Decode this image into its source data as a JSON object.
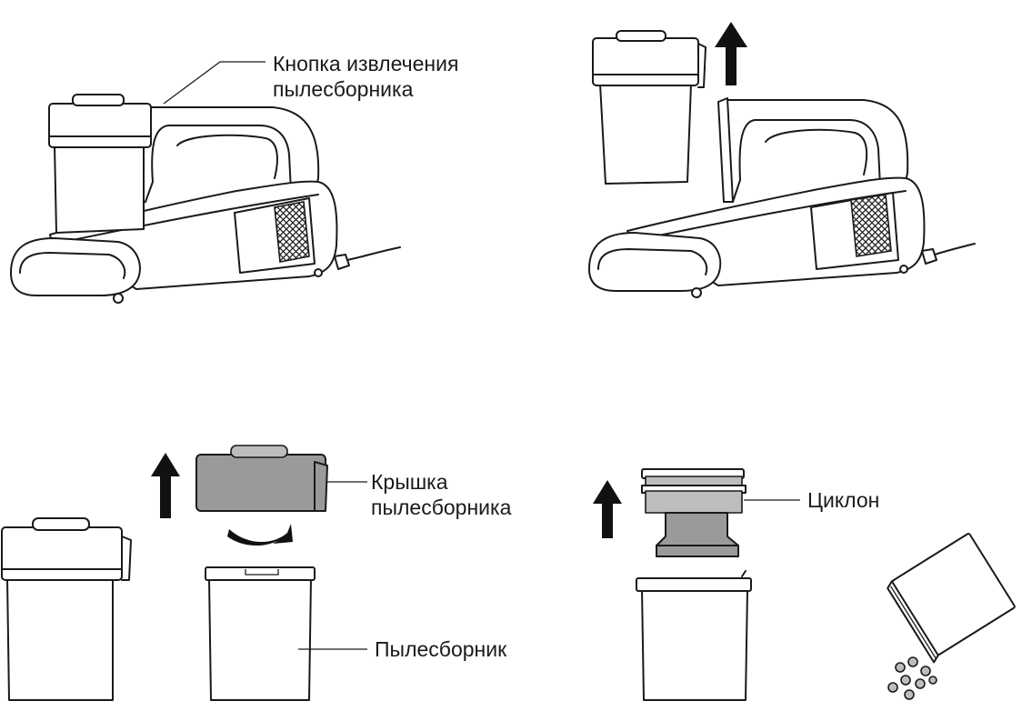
{
  "labels": {
    "release_button_line1": "Кнопка извлечения",
    "release_button_line2": "пылесборника",
    "lid_line1": "Крышка",
    "lid_line2": "пылесборника",
    "cyclone": "Циклон",
    "dust_container": "Пылесборник"
  }
}
